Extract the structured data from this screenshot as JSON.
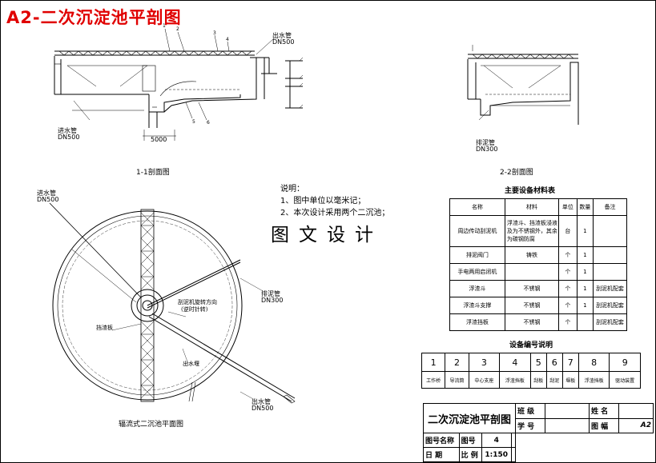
{
  "title": "A2-二次沉淀池平剖图",
  "section11": {
    "caption": "1-1剖面图",
    "outlet": "出水管",
    "outlet_spec": "DN500",
    "inlet": "进水管",
    "inlet_spec": "DN500",
    "dim": "5000",
    "callouts": [
      "1",
      "2",
      "3",
      "4",
      "5",
      "6"
    ]
  },
  "section22": {
    "caption": "2-2剖面图",
    "pipe": "排泥管",
    "pipe_spec": "DN300"
  },
  "plan": {
    "caption": "辐流式二沉池平面图",
    "inlet": "进水管",
    "inlet_spec": "DN500",
    "sludge": "排泥管",
    "sludge_spec": "DN300",
    "outlet": "出水管",
    "outlet_spec": "DN500",
    "rotation1": "刮泥机旋转方向",
    "rotation2": "(逆时针转)",
    "weir": "出水堰",
    "baffle": "挡渣板"
  },
  "notes": {
    "heading": "说明：",
    "line1": "1、图中单位以毫米记；",
    "line2": "2、本次设计采用两个二沉池；"
  },
  "big_text": "图文设计",
  "materials": {
    "heading": "主要设备材料表",
    "headers": [
      "名称",
      "材料",
      "单位",
      "数量",
      "备注"
    ],
    "rows": [
      [
        "周边传动刮泥机",
        "浮渣斗、挡渣板浸液及为不锈钢外，其余为碳钢防腐",
        "台",
        "1",
        ""
      ],
      [
        "排泥阀门",
        "铸铁",
        "个",
        "1",
        ""
      ],
      [
        "手电两用启闭机",
        "",
        "个",
        "1",
        ""
      ],
      [
        "浮渣斗",
        "不锈钢",
        "个",
        "1",
        "刮泥机配套"
      ],
      [
        "浮渣斗支撑",
        "不锈钢",
        "个",
        "1",
        "刮泥机配套"
      ],
      [
        "浮渣挡板",
        "不锈钢",
        "个",
        "",
        "刮泥机配套"
      ]
    ]
  },
  "equipment": {
    "heading": "设备编号说明",
    "numbers": [
      "1",
      "2",
      "3",
      "4",
      "5",
      "6",
      "7",
      "8",
      "9"
    ],
    "names": [
      "工作桥",
      "导流筒",
      "中心支座",
      "浮渣挡板",
      "刮板",
      "刮泥",
      "堰板",
      "浮渣挡板",
      "驱动装置"
    ]
  },
  "titleblock": {
    "name": "二次沉淀池平剖图",
    "class_label": "班 级",
    "name_label": "姓 名",
    "id_label": "学 号",
    "sheet_label": "图 幅",
    "sheet_value": "A2",
    "drawing_no_label": "图号名称",
    "drawing_no": "图号",
    "drawing_no_value": "4",
    "date_label": "日 期",
    "scale_label": "比 例",
    "scale_value": "1:150"
  }
}
